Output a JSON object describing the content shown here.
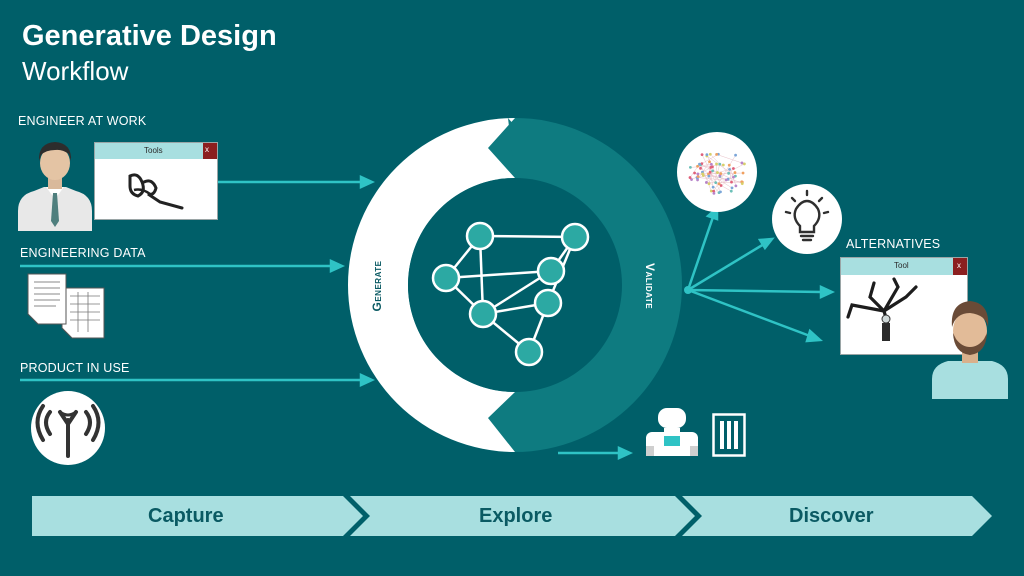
{
  "title": {
    "main": "Generative Design",
    "sub": "Workflow"
  },
  "inputs": {
    "engineer": {
      "label": "ENGINEER AT WORK",
      "window_title": "Tools",
      "close": "x"
    },
    "data": {
      "label": "ENGINEERING DATA"
    },
    "product": {
      "label": "PRODUCT IN USE"
    }
  },
  "cycle": {
    "generate": "Generate",
    "validate": "Validate"
  },
  "outputs": {
    "alternatives": "ALTERNATIVES",
    "window_title": "Tool",
    "close": "x"
  },
  "stages": [
    "Capture",
    "Explore",
    "Discover"
  ],
  "colors": {
    "background": "#005f69",
    "accent": "#2fc3c5",
    "light": "#a8dfe0",
    "ring_dark": "#0e7b80"
  }
}
